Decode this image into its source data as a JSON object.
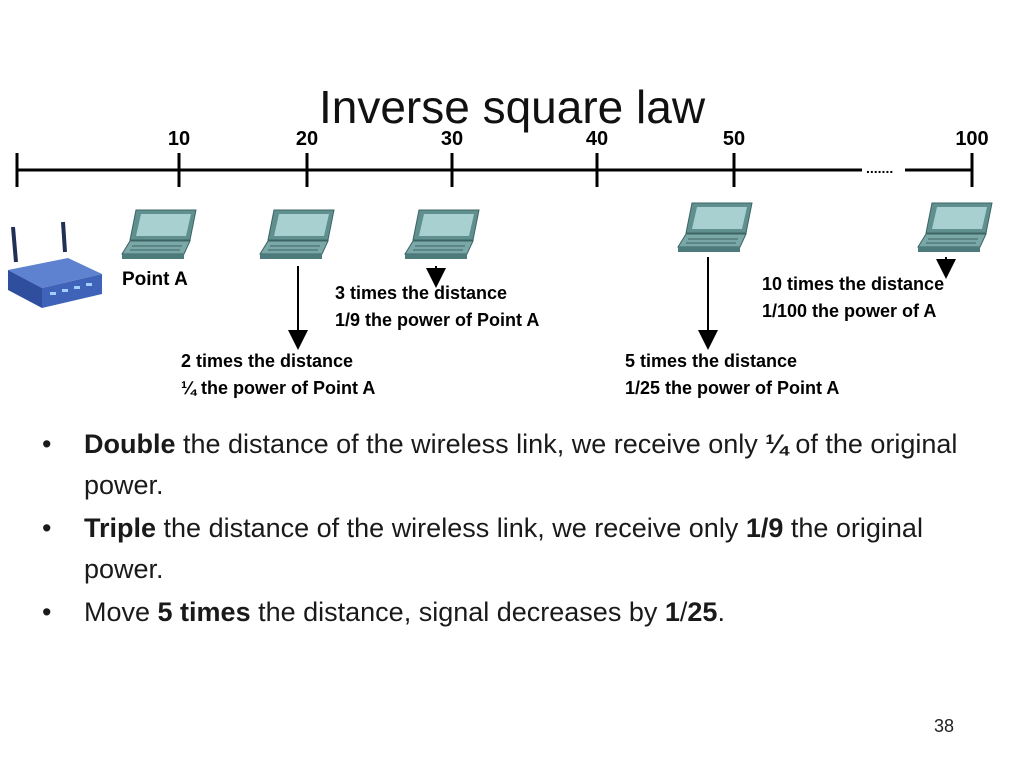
{
  "slide": {
    "title": "Inverse square law",
    "page_number": "38"
  },
  "scale": {
    "ticks": [
      "10",
      "20",
      "30",
      "40",
      "50",
      "100"
    ],
    "break_marker": "......."
  },
  "devices": {
    "router_icon": "wireless-router-icon",
    "laptop_icon": "laptop-icon",
    "point_a_label": "Point A"
  },
  "annotations": [
    {
      "line1": "2 times the distance",
      "line2": "¼ the power of Point A"
    },
    {
      "line1": "3 times the distance",
      "line2": "1/9 the power of Point A"
    },
    {
      "line1": "5 times the distance",
      "line2": "1/25 the power of Point A"
    },
    {
      "line1": "10 times the distance",
      "line2": "1/100 the power of A"
    }
  ],
  "bullets": [
    {
      "bold": "Double",
      "text": " the distance of the wireless link, we receive only ",
      "bold2": "¼",
      "text2": " of the original power."
    },
    {
      "bold": "Triple",
      "text": " the distance of the wireless link, we receive only ",
      "bold2": "1/9",
      "text2": " the original power."
    },
    {
      "pre": "Move ",
      "bold": "5 times",
      "text": " the distance, signal decreases by ",
      "bold2": "1",
      "mid": "/",
      "bold3": "25",
      "text2": "."
    }
  ],
  "colors": {
    "laptop_body": "#5f8f8f",
    "laptop_screen": "#9fc8c8",
    "router_body": "#3f63b8",
    "router_dark": "#1f2f55",
    "line": "#000000"
  }
}
